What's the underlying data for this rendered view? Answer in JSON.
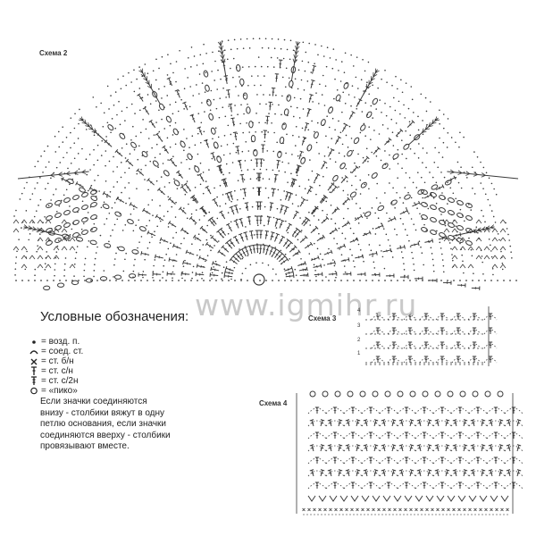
{
  "schema2": {
    "title": "Схема 2"
  },
  "schema3": {
    "title": "Схема 3",
    "row_numbers": [
      "4",
      "3",
      "2",
      "1"
    ]
  },
  "schema4": {
    "title": "Схема 4"
  },
  "watermark": "www.igmihr.ru",
  "legend": {
    "title": "Условные обозначения:",
    "items": [
      {
        "icon": "chain-dot-icon",
        "text": "= возд. п."
      },
      {
        "icon": "slip-stitch-arc-icon",
        "text": "= соед. ст."
      },
      {
        "icon": "single-crochet-cross-icon",
        "text": "= ст. б/н"
      },
      {
        "icon": "double-crochet-icon",
        "text": "= ст. с/н"
      },
      {
        "icon": "treble-crochet-icon",
        "text": "= ст. с/2н"
      },
      {
        "icon": "picot-circle-icon",
        "text": "= «пико»"
      }
    ],
    "note_lines": [
      "Если значки соединяются",
      "внизу - столбики вяжут в одну",
      "петлю основания, если значки",
      "соединяются вверху - столбики",
      "провязывают вместе."
    ]
  }
}
